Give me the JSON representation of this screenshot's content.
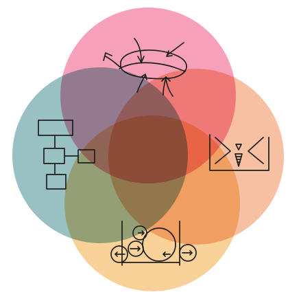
{
  "diagram": {
    "type": "four-set venn diagram of hand-sketched concepts",
    "background": "#ffffff",
    "ink_color": "#1e1e1e",
    "circles": [
      {
        "id": "top",
        "color": "#f48aa8",
        "icon": "tangled-loop-icon"
      },
      {
        "id": "left",
        "color": "#7fb2b5",
        "icon": "flowchart-icon"
      },
      {
        "id": "right",
        "color": "#f6b08c",
        "icon": "funnel-icon"
      },
      {
        "id": "bottom",
        "color": "#f7c780",
        "icon": "gears-icon"
      }
    ],
    "overlap_blend": "multiply"
  }
}
